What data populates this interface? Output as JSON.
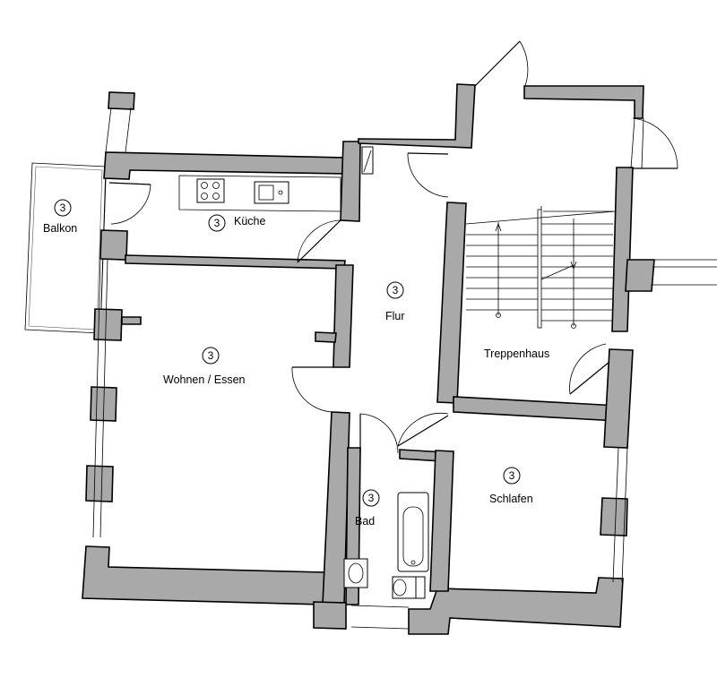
{
  "rooms": {
    "balkon": {
      "label": "Balkon",
      "unit": "3"
    },
    "kueche": {
      "label": "Küche",
      "unit": "3"
    },
    "flur": {
      "label": "Flur",
      "unit": "3"
    },
    "wohnen": {
      "label": "Wohnen / Essen",
      "unit": "3"
    },
    "treppenhaus": {
      "label": "Treppenhaus"
    },
    "bad": {
      "label": "Bad",
      "unit": "3"
    },
    "schlafen": {
      "label": "Schlafen",
      "unit": "3"
    }
  }
}
